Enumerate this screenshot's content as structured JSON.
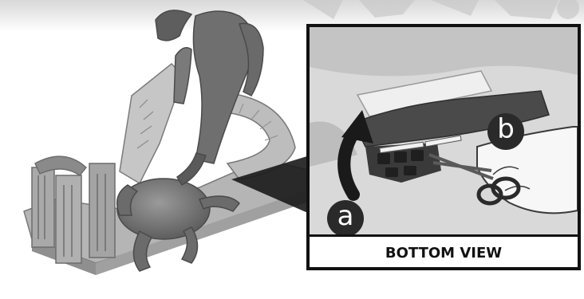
{
  "inset": {
    "caption": "BOTTOM VIEW"
  },
  "steps": {
    "a": "a",
    "b": "b"
  }
}
